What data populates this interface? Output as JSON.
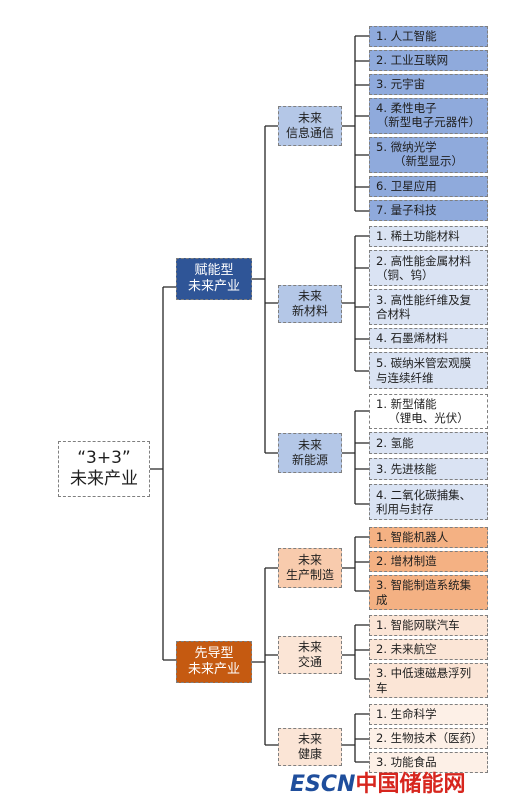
{
  "root": {
    "line1": "“3+3”",
    "line2": "未来产业"
  },
  "categories": [
    {
      "line1": "赋能型",
      "line2": "未来产业",
      "color": "#2f5597"
    },
    {
      "line1": "先导型",
      "line2": "未来产业",
      "color": "#c55a11"
    }
  ],
  "groups": [
    {
      "line1": "未来",
      "line2": "信息通信",
      "items": [
        {
          "text": "1.  人工智能"
        },
        {
          "text": "2.  工业互联网"
        },
        {
          "text": "3.  元宇宙"
        },
        {
          "text": "4.  柔性电子",
          "note": "（新型电子元器件）"
        },
        {
          "text": "5.  微纳光学",
          "note": "（新型显示）"
        },
        {
          "text": "6.  卫星应用"
        },
        {
          "text": "7.  量子科技"
        }
      ]
    },
    {
      "line1": "未来",
      "line2": "新材料",
      "items": [
        {
          "text": "1.  稀土功能材料"
        },
        {
          "text": "2.  高性能金属材料（铜、钨）"
        },
        {
          "text": "3.  高性能纤维及复合材料"
        },
        {
          "text": "4.  石墨烯材料"
        },
        {
          "text": "5.  碳纳米管宏观膜与连续纤维"
        }
      ]
    },
    {
      "line1": "未来",
      "line2": "新能源",
      "items": [
        {
          "text": "1.  新型储能",
          "note": "（锂电、光伏）"
        },
        {
          "text": "2.  氢能"
        },
        {
          "text": "3.  先进核能"
        },
        {
          "text": "4.  二氧化碳捕集、利用与封存"
        }
      ]
    },
    {
      "line1": "未来",
      "line2": "生产制造",
      "items": [
        {
          "text": "1.  智能机器人"
        },
        {
          "text": "2.  增材制造"
        },
        {
          "text": "3.  智能制造系统集成"
        }
      ]
    },
    {
      "line1": "未来",
      "line2": "交通",
      "items": [
        {
          "text": "1.  智能网联汽车"
        },
        {
          "text": "2.  未来航空"
        },
        {
          "text": "3.  中低速磁悬浮列车"
        }
      ]
    },
    {
      "line1": "未来",
      "line2": "健康",
      "items": [
        {
          "text": "1.  生命科学"
        },
        {
          "text": "2.  生物技术（医药）"
        },
        {
          "text": "3.  功能食品"
        }
      ]
    }
  ],
  "watermark": {
    "brand": "ESCN",
    "site": "中国储能网"
  },
  "colors": {
    "dark_blue": "#2f5597",
    "mid_blue": "#8faadc",
    "light_blue": "#b4c7e7",
    "pale_blue": "#dae3f3",
    "dark_orange": "#c55a11",
    "orange": "#f4b183",
    "light_orange": "#f8cbad",
    "pale_orange": "#fbe5d6"
  }
}
